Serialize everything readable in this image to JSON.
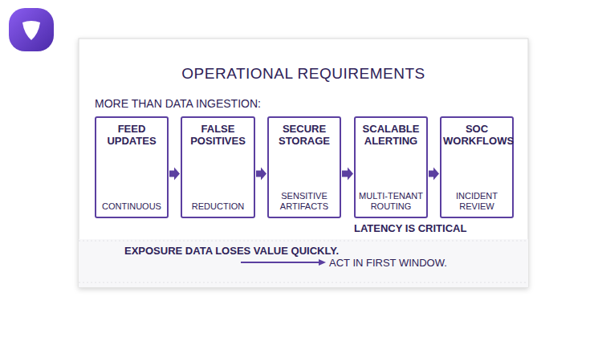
{
  "diagram": {
    "title": "OPERATIONAL REQUIREMENTS",
    "nodes": [
      {
        "text": [
          "FEED UPDATES",
          "CONTINUOUS"
        ]
      },
      {
        "text": [
          "FALSE POSITIVES",
          "REDUCTION"
        ]
      },
      {
        "text": [
          "SECURE STORAGE",
          "SENSITIVE ARTIFACTS"
        ]
      },
      {
        "text": [
          "SCALABLE ALERTING",
          "MULTI-TENANT ROUTING"
        ]
      },
      {
        "text": [
          "SOC WORKFLOWS",
          "INCIDENT REVIEW"
        ]
      }
    ],
    "edges": [
      {
        "from": 0,
        "to": 1,
        "arrow": "to"
      },
      {
        "from": 1,
        "to": 2,
        "arrow": "to"
      },
      {
        "from": 2,
        "to": 3,
        "arrow": "to"
      },
      {
        "from": 3,
        "to": 4,
        "arrow": "to"
      }
    ],
    "labels": [
      "MORE THAN DATA INGESTION:",
      "LATENCY IS CRITICAL",
      "EXPOSURE DATA LOSES VALUE QUICKLY.",
      "ACT IN FIRST WINDOW."
    ]
  }
}
